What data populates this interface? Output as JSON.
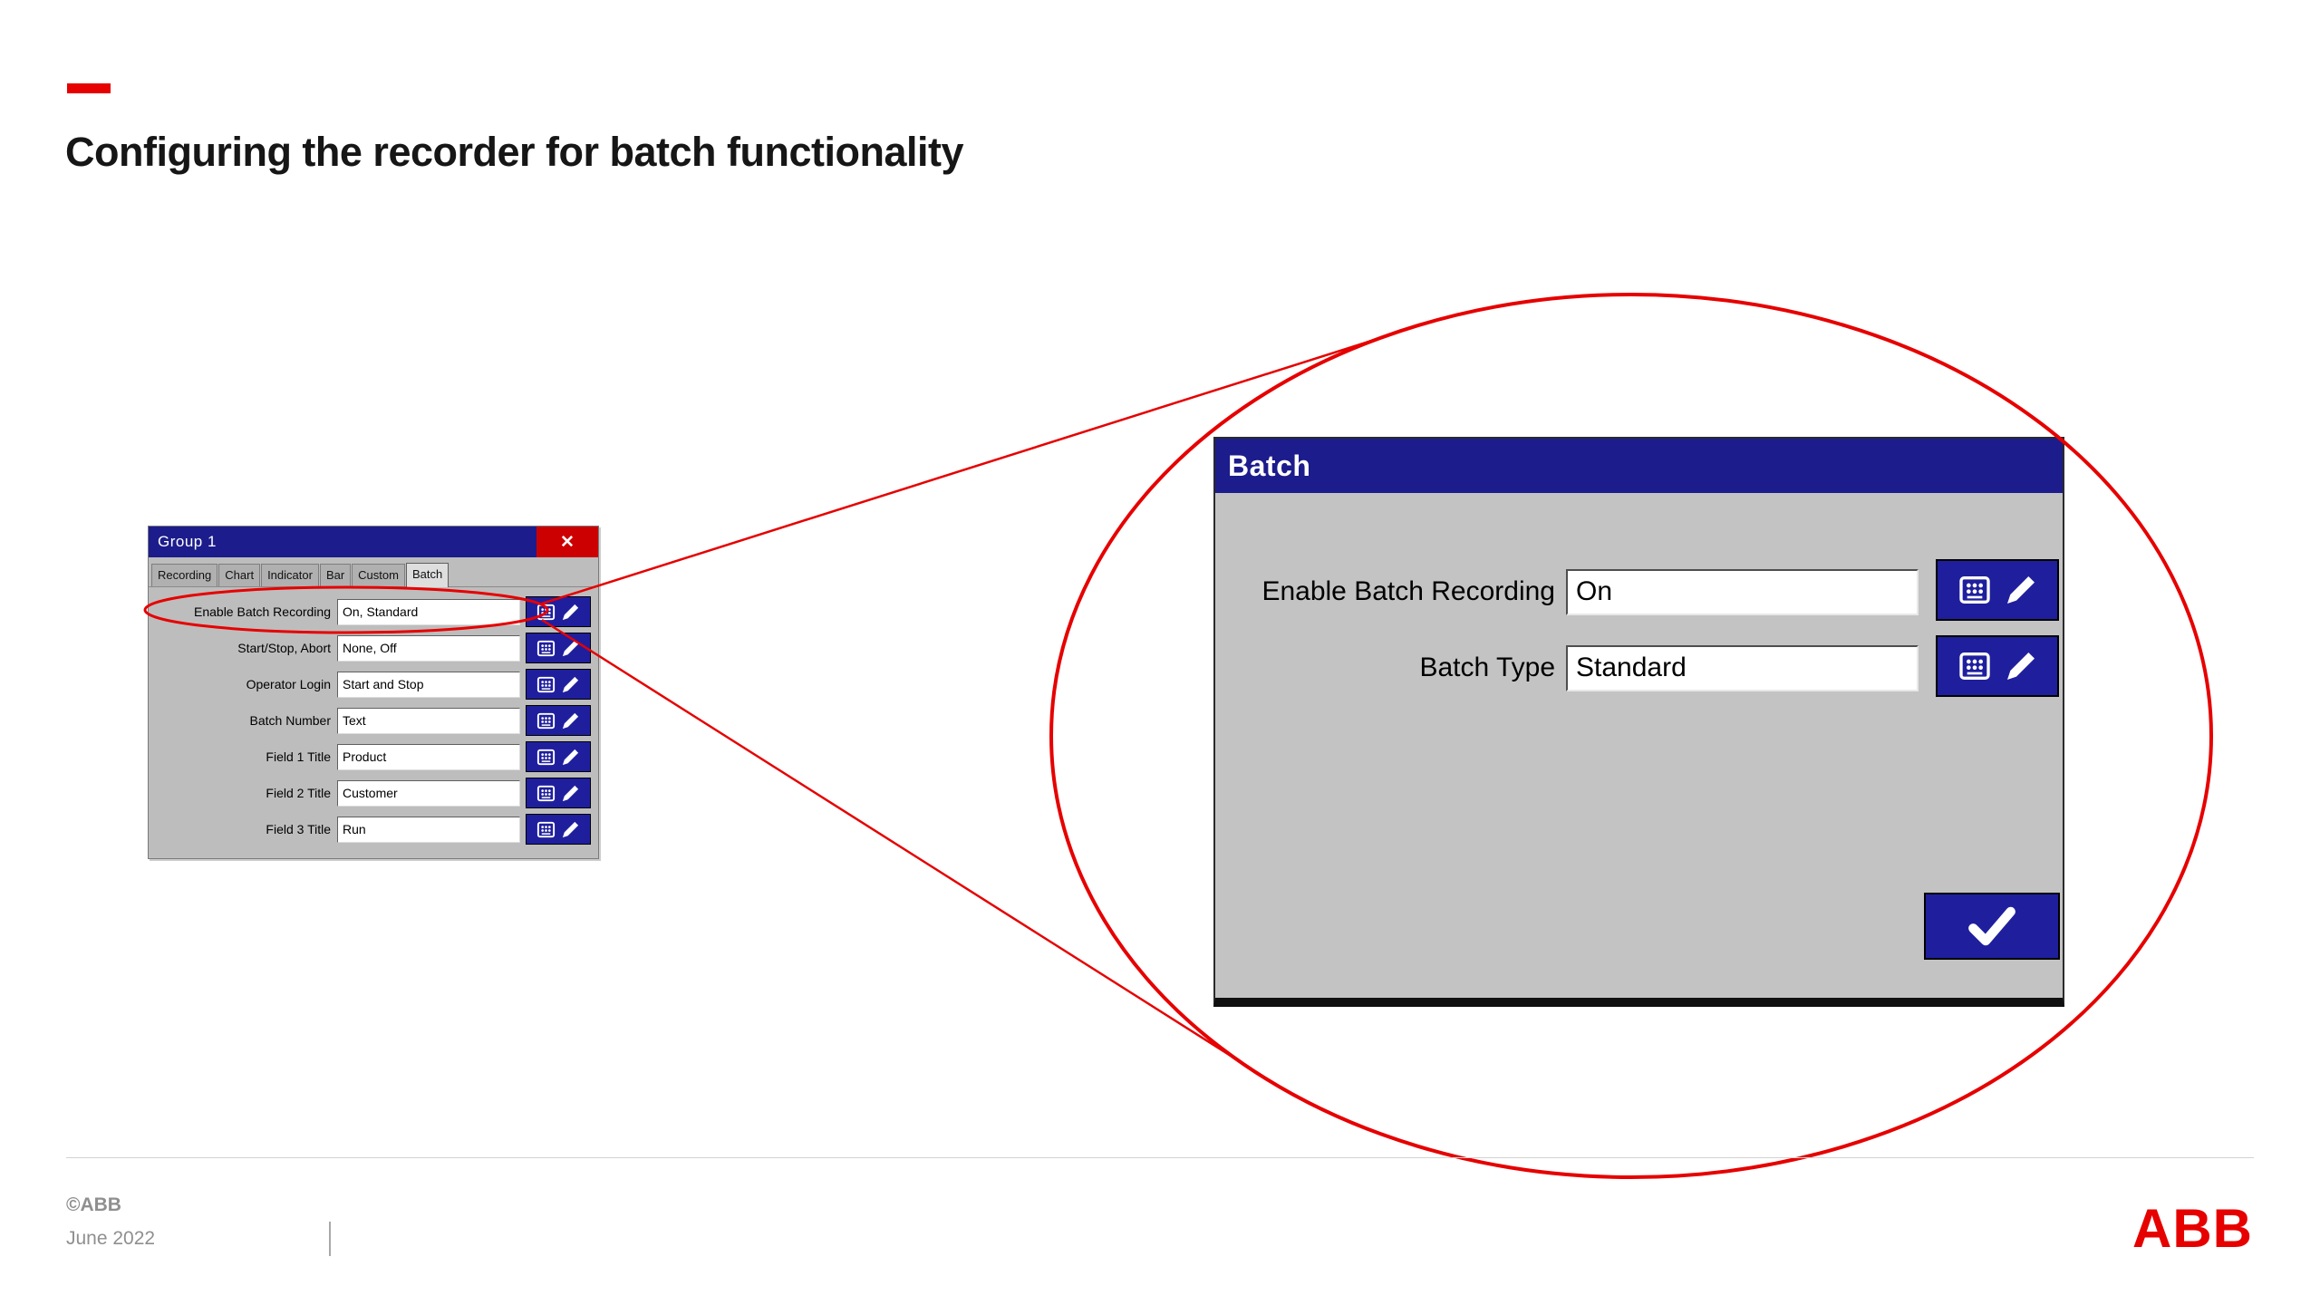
{
  "slide": {
    "title": "Configuring the recorder for batch functionality"
  },
  "group_dialog": {
    "title": "Group 1",
    "close_glyph": "✕",
    "tabs": [
      "Recording",
      "Chart",
      "Indicator",
      "Bar",
      "Custom",
      "Batch"
    ],
    "active_tab": "Batch",
    "rows": [
      {
        "label": "Enable Batch Recording",
        "value": "On, Standard"
      },
      {
        "label": "Start/Stop, Abort",
        "value": "None, Off"
      },
      {
        "label": "Operator Login",
        "value": "Start and Stop"
      },
      {
        "label": "Batch Number",
        "value": "Text"
      },
      {
        "label": "Field 1 Title",
        "value": "Product"
      },
      {
        "label": "Field 2 Title",
        "value": "Customer"
      },
      {
        "label": "Field 3 Title",
        "value": "Run"
      }
    ]
  },
  "batch_dialog": {
    "title": "Batch",
    "rows": [
      {
        "label": "Enable Batch Recording",
        "value": "On"
      },
      {
        "label": "Batch Type",
        "value": "Standard"
      }
    ]
  },
  "icons": {
    "edit_button": [
      "keypad-icon",
      "pencil-icon"
    ],
    "confirm_button": "check-icon",
    "close_button": "x-icon"
  },
  "footer": {
    "copyright": "©ABB",
    "date": "June 2022",
    "logo_text": "ABB"
  },
  "colors": {
    "accent_red": "#e60000",
    "titlebar_navy": "#1c1c8c",
    "button_navy": "#1f1f9e",
    "dialog_gray": "#c3c3c3",
    "logo_red": "#e60000"
  }
}
